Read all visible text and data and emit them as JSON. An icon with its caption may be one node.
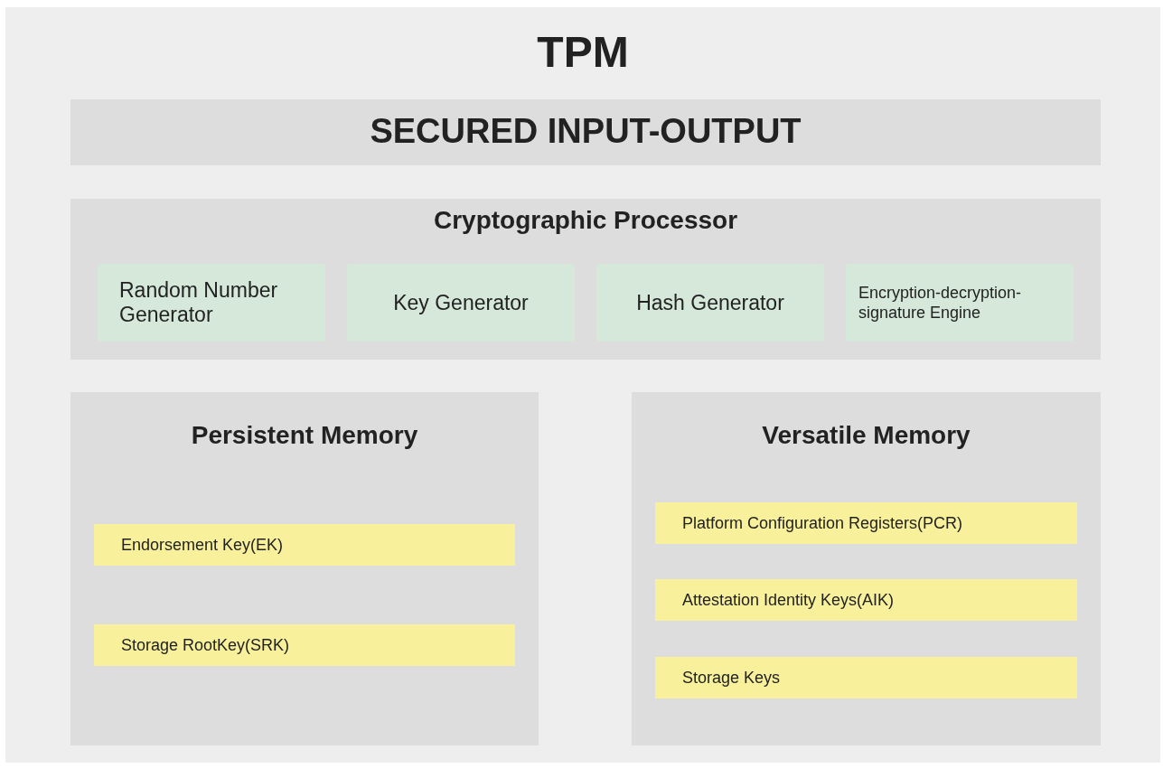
{
  "diagram": {
    "nodes": [
      {
        "text": [
          "TPM"
        ]
      },
      {
        "text": [
          "SECURED INPUT-OUTPUT"
        ],
        "in": 0
      },
      {
        "text": [
          "Cryptographic Processor"
        ],
        "in": 0
      },
      {
        "text": [
          "Random Number Generator"
        ],
        "in": 2
      },
      {
        "text": [
          "Key Generator"
        ],
        "in": 2
      },
      {
        "text": [
          "Hash Generator"
        ],
        "in": 2
      },
      {
        "text": [
          "Encryption-decryption-signature Engine"
        ],
        "in": 2
      },
      {
        "text": [
          "Persistent Memory"
        ],
        "in": 0
      },
      {
        "text": [
          "Endorsement Key(EK)"
        ],
        "in": 7
      },
      {
        "text": [
          "Storage RootKey(SRK)"
        ],
        "in": 7
      },
      {
        "text": [
          "Versatile Memory"
        ],
        "in": 0
      },
      {
        "text": [
          "Platform Configuration Registers(PCR)"
        ],
        "in": 10
      },
      {
        "text": [
          "Attestation Identity Keys(AIK)"
        ],
        "in": 10
      },
      {
        "text": [
          "Storage Keys"
        ],
        "in": 10
      }
    ]
  }
}
